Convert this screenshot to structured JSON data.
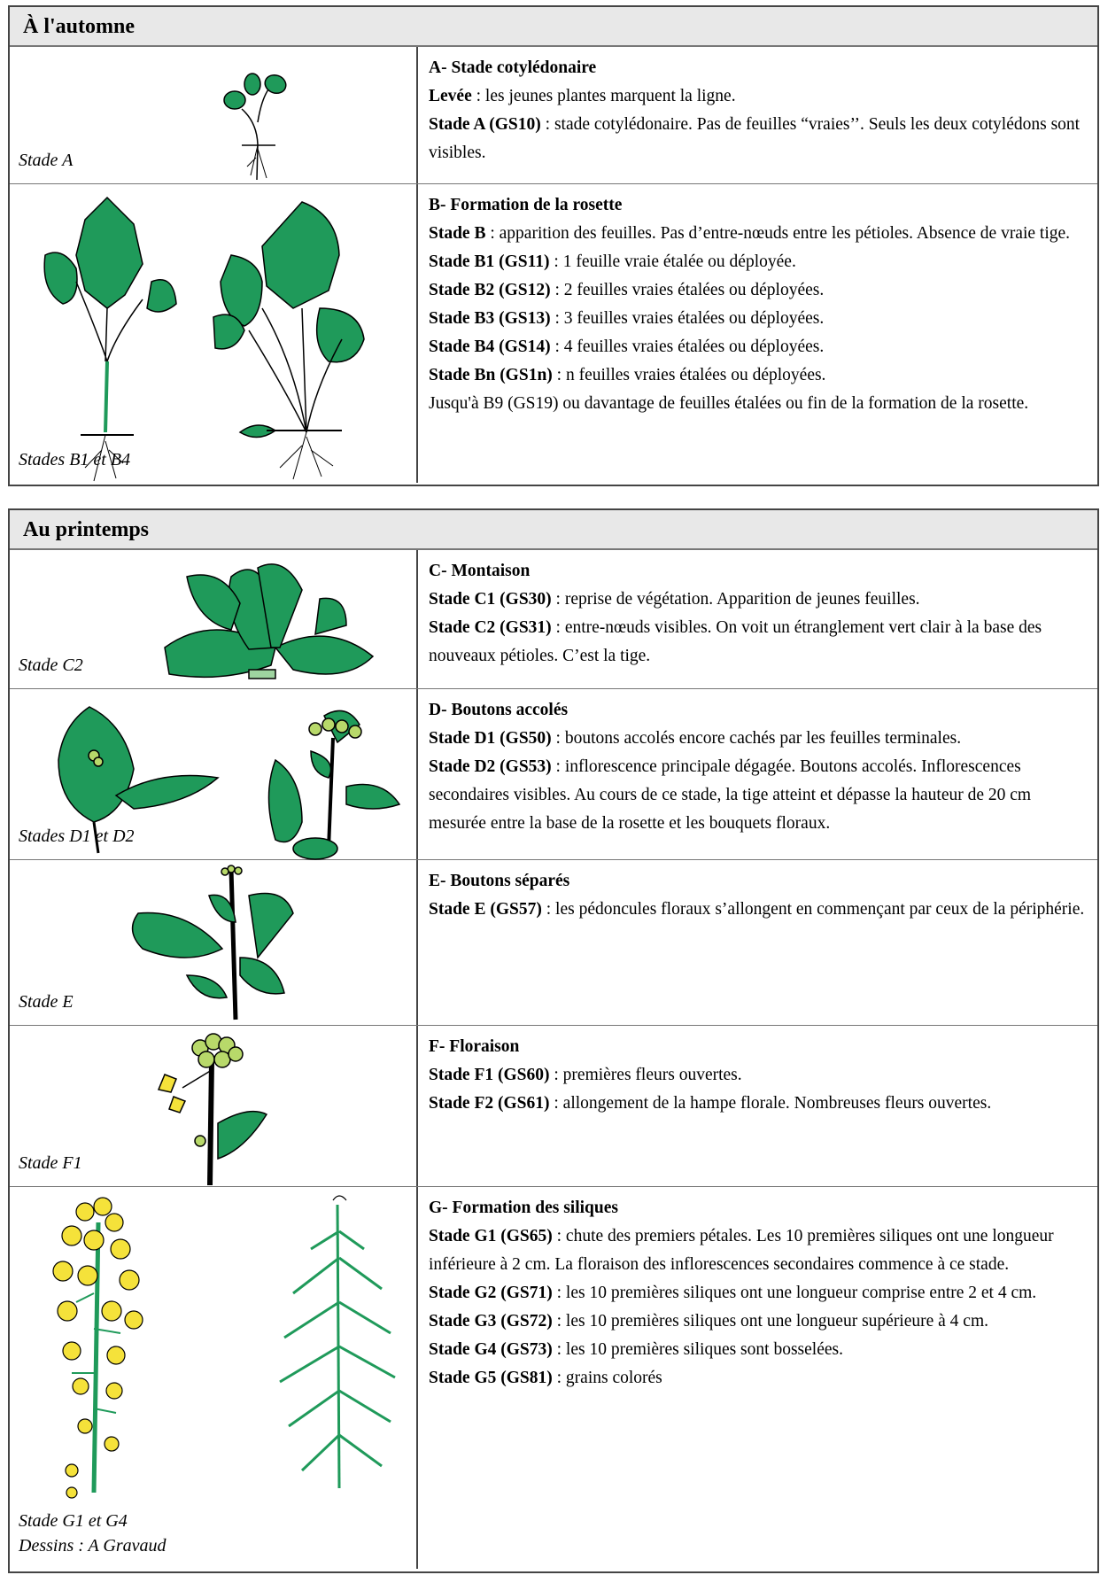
{
  "sections": [
    {
      "header": "À l'automne",
      "rows": [
        {
          "caption": [
            "Stade A"
          ],
          "title": "A- Stade cotylédonaire",
          "lines": [
            {
              "b": "Levée",
              "t": " : les jeunes plantes marquent la ligne."
            },
            {
              "b": "Stade A (GS10)",
              "t": " : stade cotylédonaire. Pas de feuilles “vraies’’. Seuls les deux cotylédons sont visibles."
            }
          ]
        },
        {
          "caption": [
            "Stades B1 et B4"
          ],
          "title": "B- Formation de la rosette",
          "lines": [
            {
              "b": "Stade B",
              "t": " : apparition des feuilles. Pas d’entre-nœuds entre les pétioles. Absence de vraie tige."
            },
            {
              "b": "Stade B1 (GS11)",
              "t": " : 1 feuille vraie étalée ou déployée."
            },
            {
              "b": "Stade B2 (GS12)",
              "t": " : 2 feuilles vraies étalées ou déployées."
            },
            {
              "b": "Stade B3 (GS13)",
              "t": " : 3 feuilles vraies étalées ou déployées."
            },
            {
              "b": "Stade B4 (GS14)",
              "t": " : 4 feuilles vraies étalées ou déployées."
            },
            {
              "b": "Stade Bn (GS1n)",
              "t": " : n feuilles vraies étalées ou déployées."
            },
            {
              "b": "",
              "t": "Jusqu'à B9 (GS19) ou davantage de feuilles étalées ou fin de la formation de la rosette."
            }
          ]
        }
      ]
    },
    {
      "header": "Au printemps",
      "rows": [
        {
          "caption": [
            "Stade C2"
          ],
          "title": "C- Montaison",
          "lines": [
            {
              "b": "Stade C1 (GS30)",
              "t": " : reprise de végétation. Apparition de jeunes feuilles."
            },
            {
              "b": "Stade C2 (GS31)",
              "t": " : entre-nœuds visibles. On voit un étranglement vert clair à la base des nouveaux pétioles. C’est la tige."
            }
          ]
        },
        {
          "caption": [
            "Stades D1 et D2"
          ],
          "title": "D- Boutons accolés",
          "lines": [
            {
              "b": "Stade D1 (GS50)",
              "t": " : boutons accolés encore cachés par les feuilles terminales."
            },
            {
              "b": "Stade D2 (GS53)",
              "t": " : inflorescence principale dégagée. Boutons accolés. Inflorescences secondaires visibles. Au cours de ce stade, la tige atteint et dépasse la hauteur de 20 cm mesurée entre la base de la rosette et les bouquets floraux."
            }
          ]
        },
        {
          "caption": [
            "Stade E"
          ],
          "title": "E- Boutons séparés",
          "lines": [
            {
              "b": "Stade E (GS57)",
              "t": " : les pédoncules floraux s’allongent en commençant par ceux de la périphérie."
            }
          ]
        },
        {
          "caption": [
            "Stade F1"
          ],
          "title": "F- Floraison",
          "lines": [
            {
              "b": "Stade F1 (GS60)",
              "t": " : premières fleurs ouvertes."
            },
            {
              "b": "Stade F2 (GS61)",
              "t": " : allongement de la hampe florale. Nombreuses fleurs ouvertes."
            }
          ]
        },
        {
          "caption": [
            "Stade G1 et G4",
            "Dessins : A Gravaud"
          ],
          "title": "G- Formation des siliques",
          "lines": [
            {
              "b": "Stade G1 (GS65)",
              "t": " : chute des premiers pétales. Les 10 premières siliques ont une longueur inférieure à 2 cm. La floraison des inflorescences secondaires commence à ce stade."
            },
            {
              "b": "Stade G2 (GS71)",
              "t": " : les 10 premières siliques ont une longueur comprise entre 2 et 4 cm."
            },
            {
              "b": "Stade G3 (GS72)",
              "t": " : les 10 premières siliques ont une longueur supérieure à 4 cm."
            },
            {
              "b": "Stade G4 (GS73)",
              "t": " : les 10 premières siliques sont bosselées."
            },
            {
              "b": "Stade G5 (GS81)",
              "t": " : grains colorés"
            }
          ]
        }
      ]
    }
  ]
}
